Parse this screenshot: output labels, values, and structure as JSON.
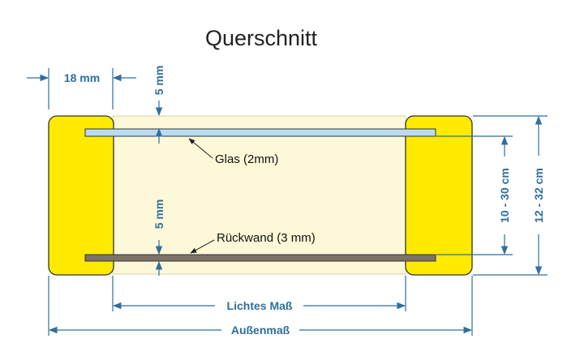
{
  "title": "Querschnitt",
  "dimensions": {
    "frame_width": "18 mm",
    "gap_top": "5 mm",
    "gap_bottom": "5 mm",
    "inner_height": "10 - 30 cm",
    "outer_height": "12 - 32 cm",
    "inner_width": "Lichtes Maß",
    "outer_width": "Außenmaß"
  },
  "labels": {
    "glass": "Glas (2mm)",
    "backwall": "Rückwand (3 mm)"
  },
  "colors": {
    "frame": "#ffea00",
    "interior": "#fdf9d8",
    "glass": "#b9dcf2",
    "backwall": "#7d7268",
    "dimension": "#2f6f9f"
  }
}
